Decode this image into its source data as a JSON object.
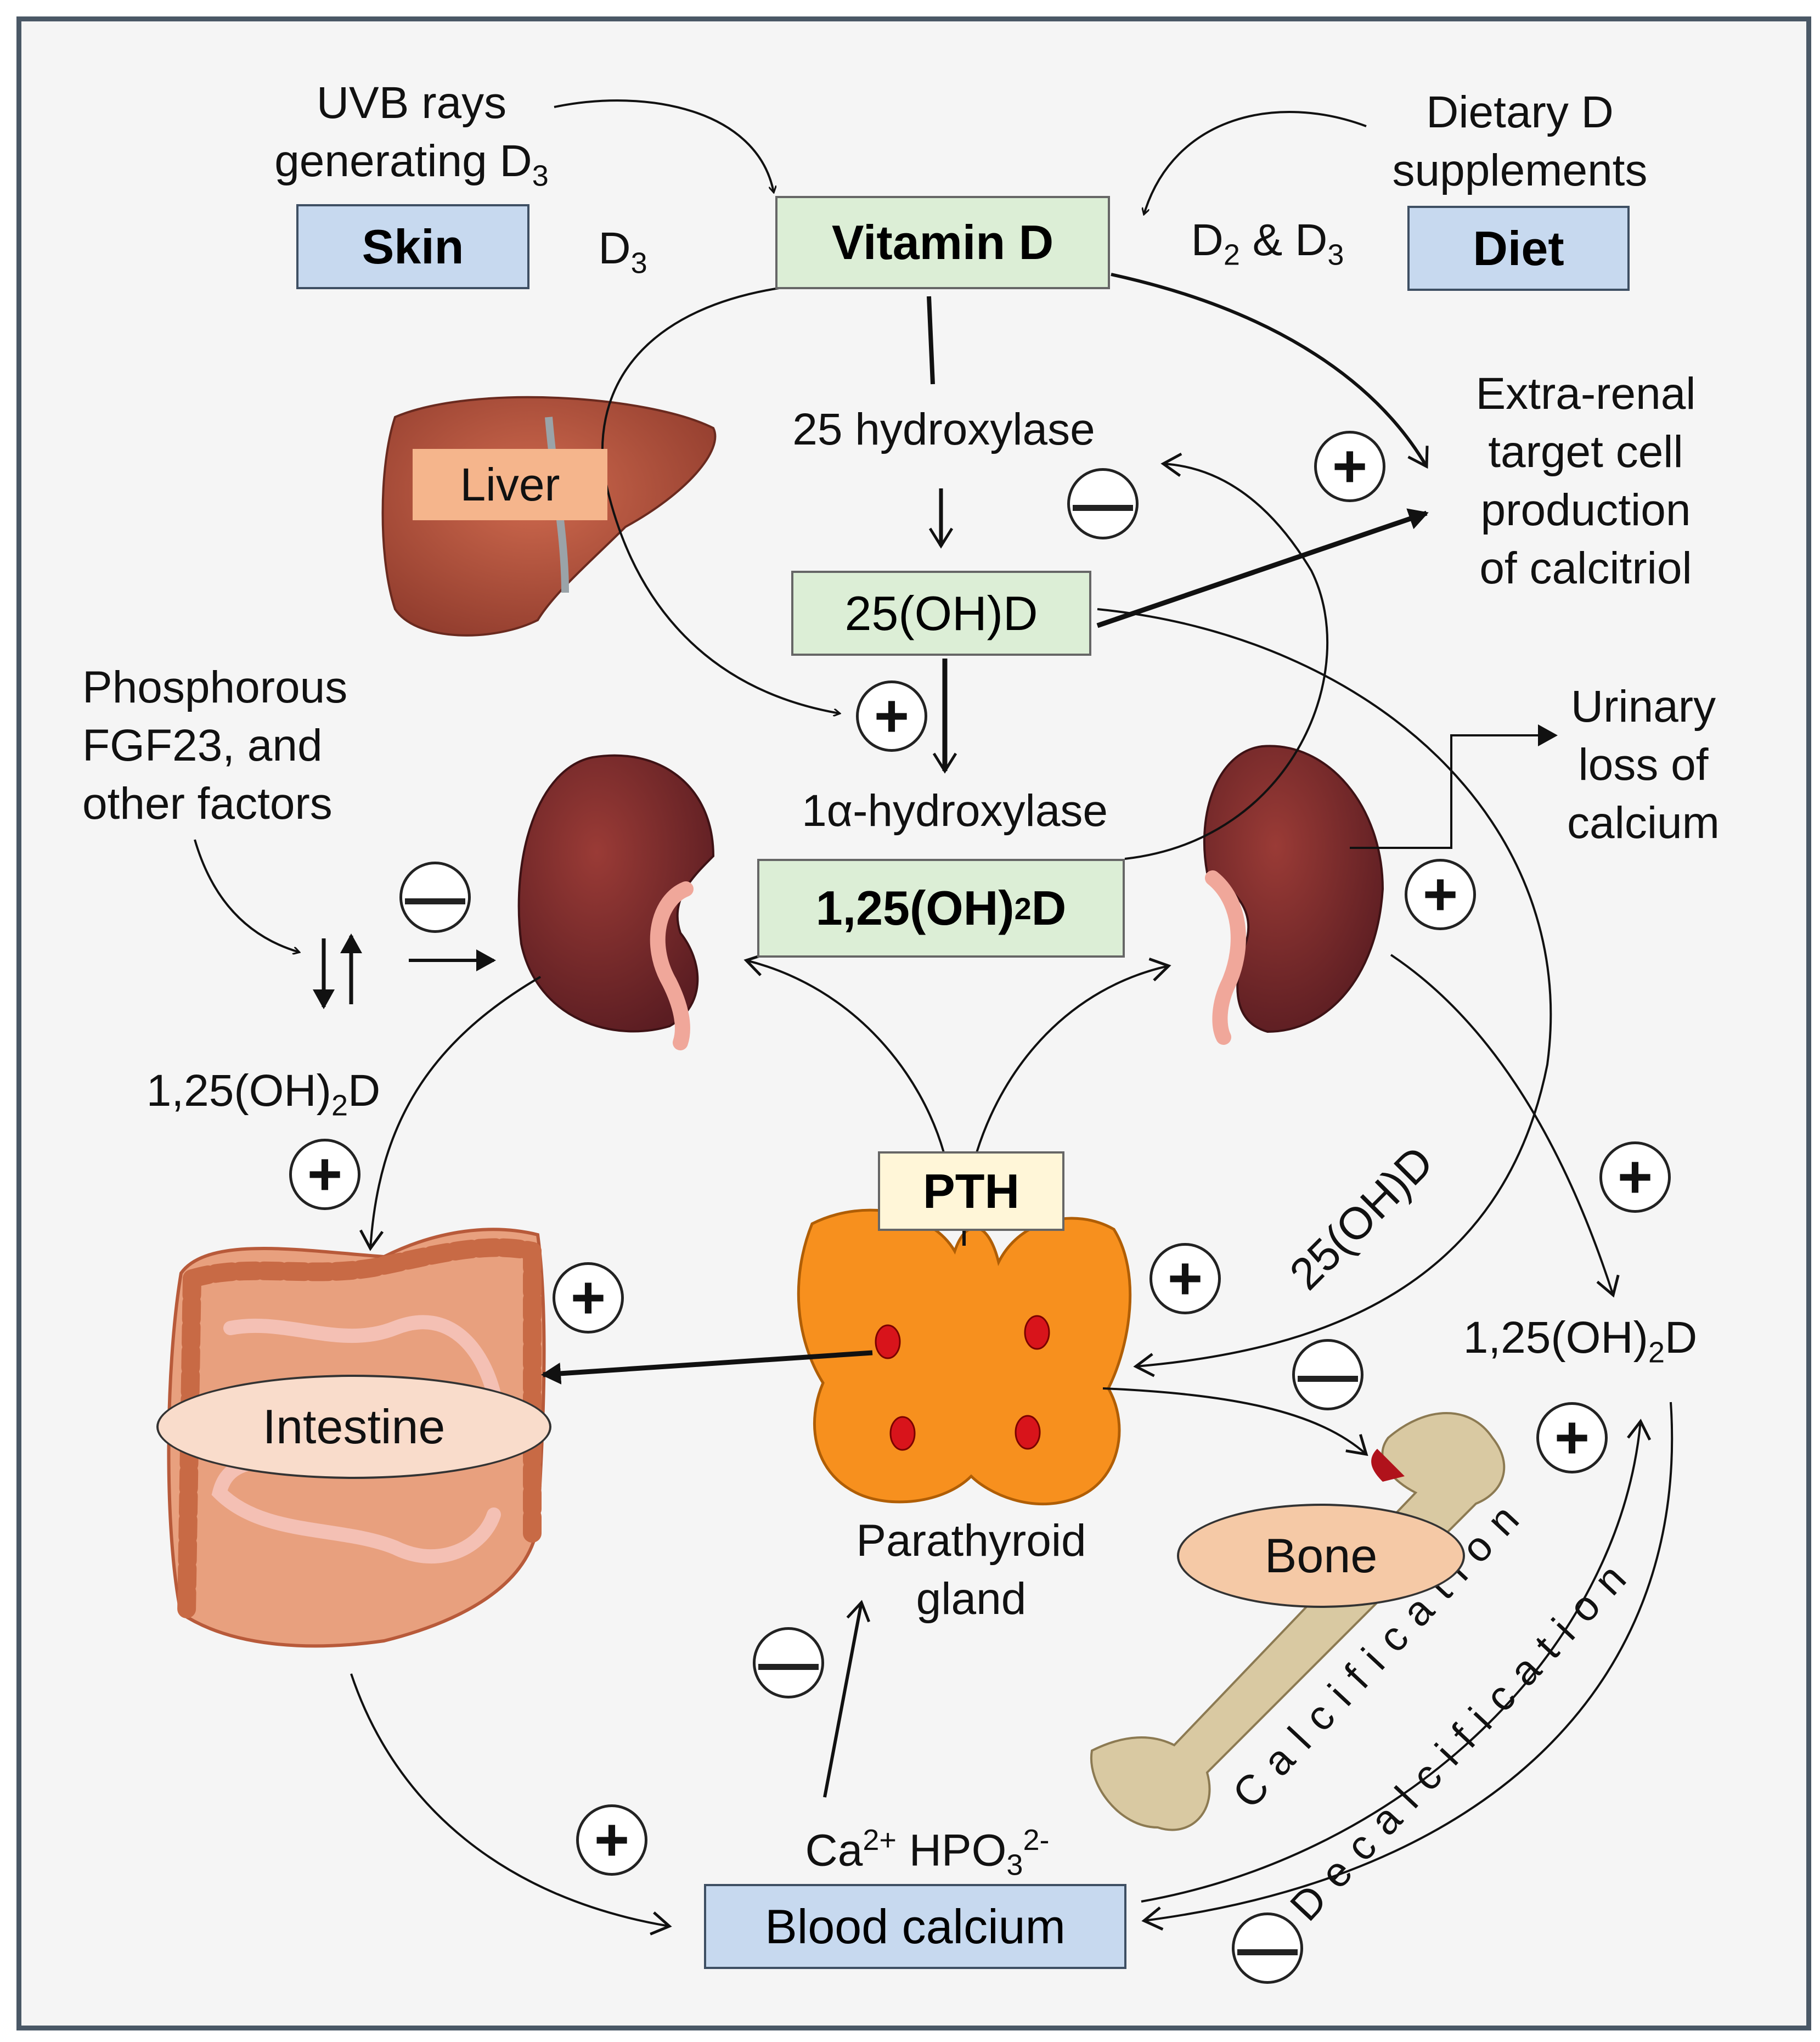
{
  "boxes": {
    "skin": "Skin",
    "vitamin_d": "Vitamin D",
    "diet": "Diet",
    "oh_d": "25(OH)D",
    "calcitriol": "1,25(OH)",
    "calcitriol_sub": "2",
    "calcitriol_end": "D",
    "pth": "PTH",
    "blood_calcium": "Blood calcium"
  },
  "labels": {
    "uvb_line1": "UVB rays",
    "uvb_line2": "generating D",
    "uvb_sub": "3",
    "d3": "D",
    "d3_sub": "3",
    "dietary_line1": "Dietary D",
    "dietary_line2": "supplements",
    "d2d3_a": "D",
    "d2d3_a_sub": "2",
    "d2d3_mid": " & D",
    "d2d3_b_sub": "3",
    "hydroxylase25": "25 hydroxylase",
    "extra_renal": [
      "Extra-renal",
      "target cell",
      "production",
      "of calcitriol"
    ],
    "phosphorous": [
      "Phosphorous",
      "FGF23, and",
      "other factors"
    ],
    "one_alpha": "1α-hydroxylase",
    "urinary": [
      "Urinary",
      "loss of",
      "calcium"
    ],
    "left_calcitriol": "1,25(OH)",
    "left_calcitriol_sub": "2",
    "left_calcitriol_end": "D",
    "right_calcitriol": "1,25(OH)",
    "right_calcitriol_sub": "2",
    "right_calcitriol_end": "D",
    "rotated_25ohd": "25(OH)D",
    "parathyroid": [
      "Parathyroid",
      "gland"
    ],
    "ions_ca": "Ca",
    "ions_ca_sup": "2+",
    "ions_hpo": " HPO",
    "ions_hpo_sub": "3",
    "ions_hpo_sup": "2-",
    "calcification": "Calcification",
    "decalcification": "Decalcification"
  },
  "organs": {
    "liver": "Liver",
    "intestine": "Intestine",
    "bone": "Bone"
  },
  "symbols": {
    "plus": "+",
    "minus": "—"
  },
  "colors": {
    "box_blue": "#c7d9ef",
    "box_green": "#dceed6",
    "box_cream": "#fff6d8",
    "liver": "#b5533e",
    "kidney": "#7a2a2a",
    "parathyroid": "#f7901e",
    "parathyroid_dot": "#d8141b",
    "intestine": "#e48b6b",
    "bone": "#d9c9a2"
  }
}
